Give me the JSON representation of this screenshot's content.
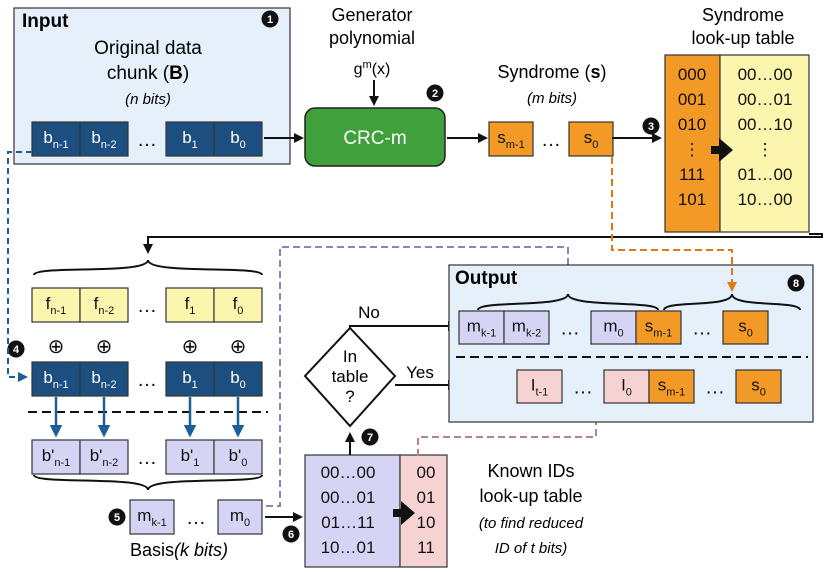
{
  "input": {
    "title": "Input",
    "step": "1",
    "chunk_label_1": "Original data",
    "chunk_label_2": "chunk (",
    "chunk_symbol": "B",
    "chunk_label_close": ")",
    "bits_note": "(n bits)",
    "cells": [
      {
        "base": "b",
        "sub": "n-1"
      },
      {
        "base": "b",
        "sub": "n-2"
      },
      {
        "base": "…",
        "sub": ""
      },
      {
        "base": "b",
        "sub": "1"
      },
      {
        "base": "b",
        "sub": "0"
      }
    ]
  },
  "generator": {
    "line1": "Generator",
    "line2": "polynomial",
    "poly_base": "g",
    "poly_sup": "m",
    "poly_arg": "(x)",
    "box_label": "CRC-m",
    "step": "2"
  },
  "syndrome": {
    "title_1": "Syndrome (",
    "title_symbol": "s",
    "title_close": ")",
    "bits_note": "(m bits)",
    "cells": [
      {
        "base": "s",
        "sub": "m-1"
      },
      {
        "base": "…",
        "sub": ""
      },
      {
        "base": "s",
        "sub": "0"
      }
    ],
    "step": "3"
  },
  "syndrome_table": {
    "title_1": "Syndrome",
    "title_2": "look-up table",
    "left": [
      "000",
      "001",
      "010",
      "⋮",
      "111",
      "101"
    ],
    "right": [
      "00…00",
      "00…01",
      "00…10",
      "⋮",
      "01…00",
      "10…00"
    ]
  },
  "mask": {
    "f_cells": [
      {
        "base": "f",
        "sub": "n-1"
      },
      {
        "base": "f",
        "sub": "n-2"
      },
      {
        "base": "…",
        "sub": ""
      },
      {
        "base": "f",
        "sub": "1"
      },
      {
        "base": "f",
        "sub": "0"
      }
    ],
    "xor_symbol": "⊕",
    "b_cells": [
      {
        "base": "b",
        "sub": "n-1"
      },
      {
        "base": "b",
        "sub": "n-2"
      },
      {
        "base": "…",
        "sub": ""
      },
      {
        "base": "b",
        "sub": "1"
      },
      {
        "base": "b",
        "sub": "0"
      }
    ],
    "bp_cells": [
      {
        "base": "b'",
        "sub": "n-1"
      },
      {
        "base": "b'",
        "sub": "n-2"
      },
      {
        "base": "…",
        "sub": ""
      },
      {
        "base": "b'",
        "sub": "1"
      },
      {
        "base": "b'",
        "sub": "0"
      }
    ],
    "step": "4"
  },
  "basis": {
    "label": "Basis",
    "bits_note": "(k bits)",
    "cells": [
      {
        "base": "m",
        "sub": "k-1"
      },
      {
        "base": "…",
        "sub": ""
      },
      {
        "base": "m",
        "sub": "0"
      }
    ],
    "step": "5",
    "step_arrow": "6"
  },
  "decision": {
    "lines": [
      "In",
      "table",
      "?"
    ],
    "no": "No",
    "yes": "Yes",
    "step": "7"
  },
  "known_table": {
    "title_1": "Known IDs",
    "title_2": "look-up table",
    "note_1": "(to find reduced",
    "note_2": "ID of t bits)",
    "left": [
      "00…00",
      "00…01",
      "01…11",
      "10…01"
    ],
    "right": [
      "00",
      "01",
      "10",
      "11"
    ]
  },
  "output": {
    "title": "Output",
    "step": "8",
    "row1": [
      {
        "base": "m",
        "sub": "k-1",
        "kind": "m"
      },
      {
        "base": "m",
        "sub": "k-2",
        "kind": "m"
      },
      {
        "base": "…",
        "sub": "",
        "kind": "gap"
      },
      {
        "base": "m",
        "sub": "0",
        "kind": "m"
      },
      {
        "base": "s",
        "sub": "m-1",
        "kind": "s"
      },
      {
        "base": "…",
        "sub": "",
        "kind": "gap"
      },
      {
        "base": "s",
        "sub": "0",
        "kind": "s"
      }
    ],
    "row2": [
      {
        "base": "I",
        "sub": "t-1",
        "kind": "i"
      },
      {
        "base": "…",
        "sub": "",
        "kind": "gap"
      },
      {
        "base": "I",
        "sub": "0",
        "kind": "i"
      },
      {
        "base": "s",
        "sub": "m-1",
        "kind": "s"
      },
      {
        "base": "…",
        "sub": "",
        "kind": "gap"
      },
      {
        "base": "s",
        "sub": "0",
        "kind": "s"
      }
    ]
  },
  "colors": {
    "dark_blue": "#1c4f7f",
    "light_blue_bg": "#e6f0fa",
    "lavender": "#d6d4f4",
    "yellow": "#fbf5ad",
    "orange": "#f39a26",
    "pink": "#f7d2d2",
    "green": "#3fa03c",
    "arrow_blue": "#1c5f96",
    "arrow_orange": "#de7a14",
    "arrow_purple": "#8a86bb",
    "arrow_rose": "#b58484"
  }
}
